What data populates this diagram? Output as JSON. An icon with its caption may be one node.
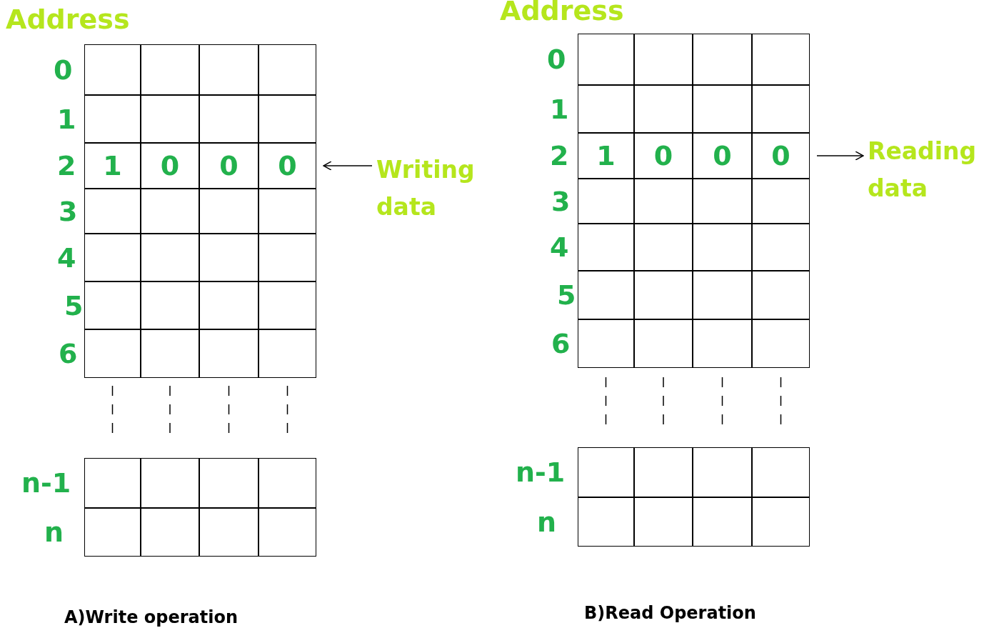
{
  "diagram": {
    "nodes": [
      {
        "text": [
          "Writing data"
        ]
      },
      {
        "text": [
          "1",
          "0",
          "0",
          "0"
        ]
      },
      {
        "text": [
          "1",
          "0",
          "0",
          "0"
        ]
      },
      {
        "text": [
          "Reading data"
        ]
      }
    ],
    "edges": [
      {
        "from": 0,
        "to": 1,
        "arrow": "to"
      },
      {
        "from": 2,
        "to": 3,
        "arrow": "to"
      }
    ],
    "labels": [
      "Address",
      "0",
      "1",
      "2",
      "3",
      "4",
      "5",
      "6",
      "n-1",
      "n",
      "A)Write operation",
      "Address",
      "0",
      "1",
      "2",
      "3",
      "4",
      "5",
      "6",
      "n-1",
      "n",
      "B)Read Operation"
    ]
  }
}
